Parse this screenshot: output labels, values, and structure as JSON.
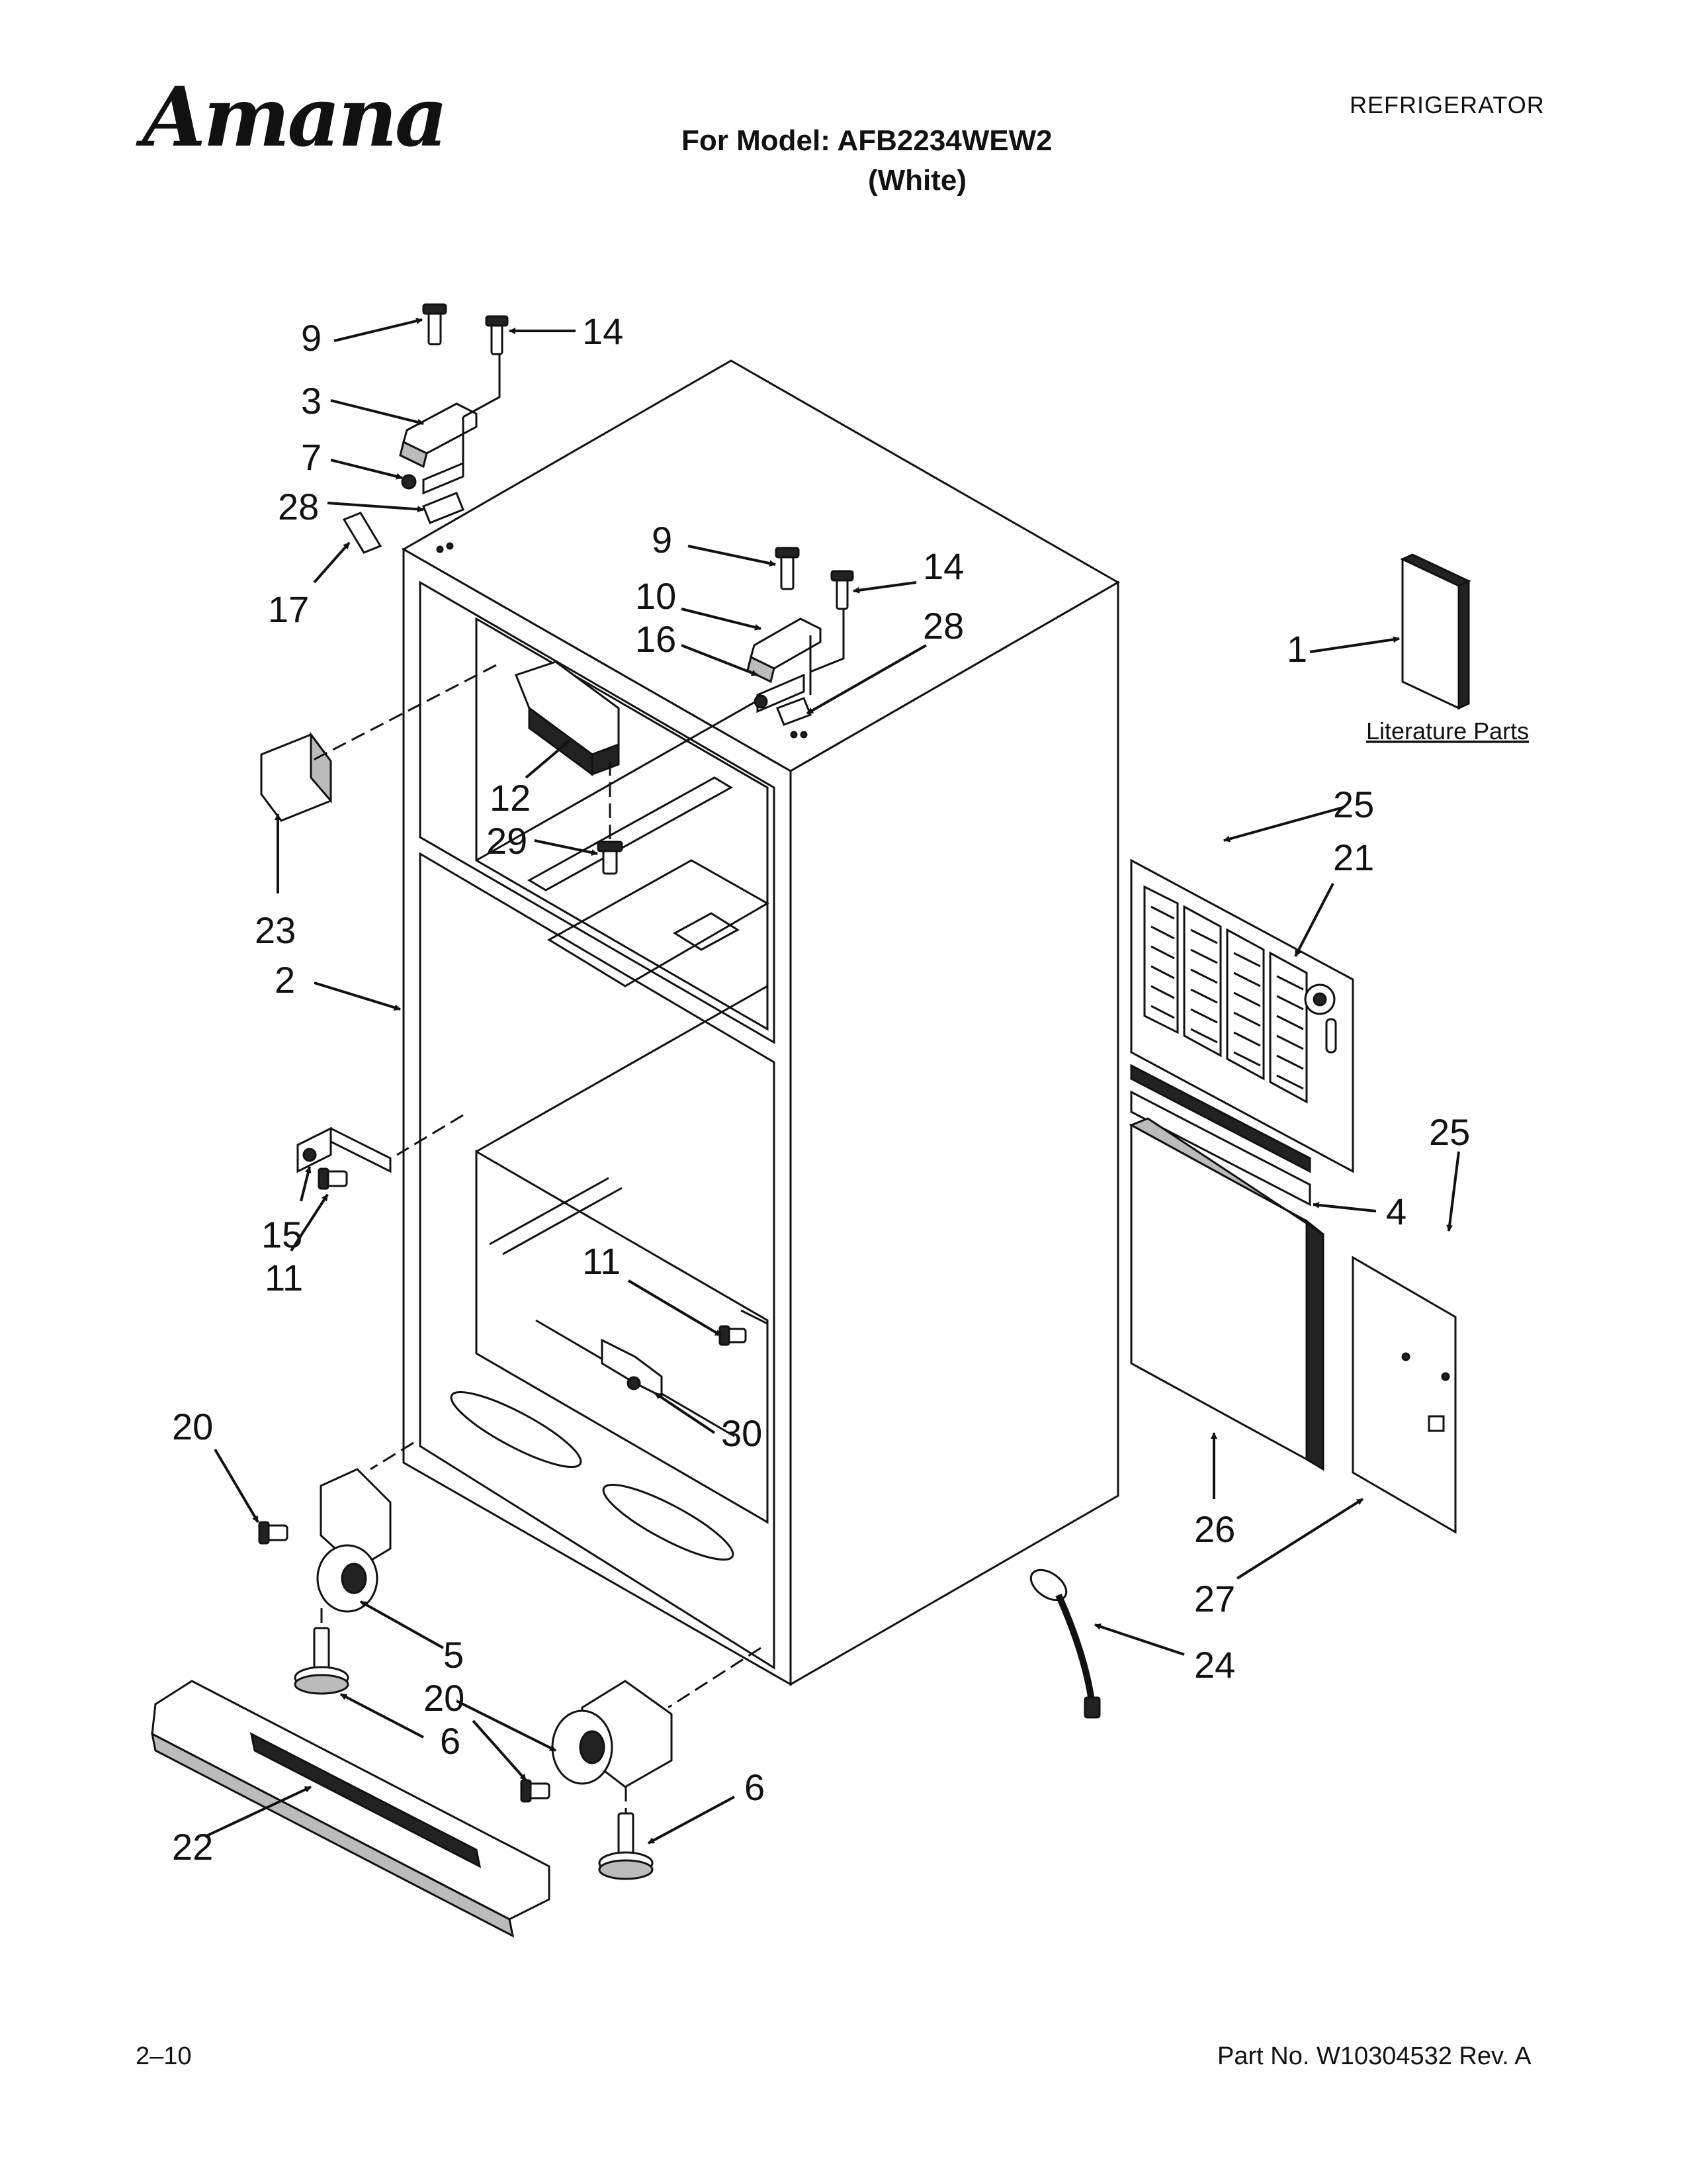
{
  "header": {
    "brand": "Amana",
    "category": "REFRIGERATOR",
    "model_line": "For Model: AFB2234WEW2",
    "variant": "(White)"
  },
  "footer": {
    "page_code": "2–10",
    "part_number": "Part No. W10304532 Rev. A"
  },
  "diagram": {
    "literature_caption": "Literature Parts",
    "callouts": {
      "c9a": "9",
      "c14a": "14",
      "c3": "3",
      "c7": "7",
      "c28a": "28",
      "c17": "17",
      "c9b": "9",
      "c14b": "14",
      "c10": "10",
      "c16": "16",
      "c28b": "28",
      "c1": "1",
      "c12": "12",
      "c29": "29",
      "c23": "23",
      "c2": "2",
      "c25a": "25",
      "c21": "21",
      "c25b": "25",
      "c4": "4",
      "c15": "15",
      "c11a": "11",
      "c11b": "11",
      "c30": "30",
      "c20a": "20",
      "c5": "5",
      "c20b": "20",
      "c6a": "6",
      "c6b": "6",
      "c22": "22",
      "c26": "26",
      "c27": "27",
      "c24": "24"
    }
  }
}
